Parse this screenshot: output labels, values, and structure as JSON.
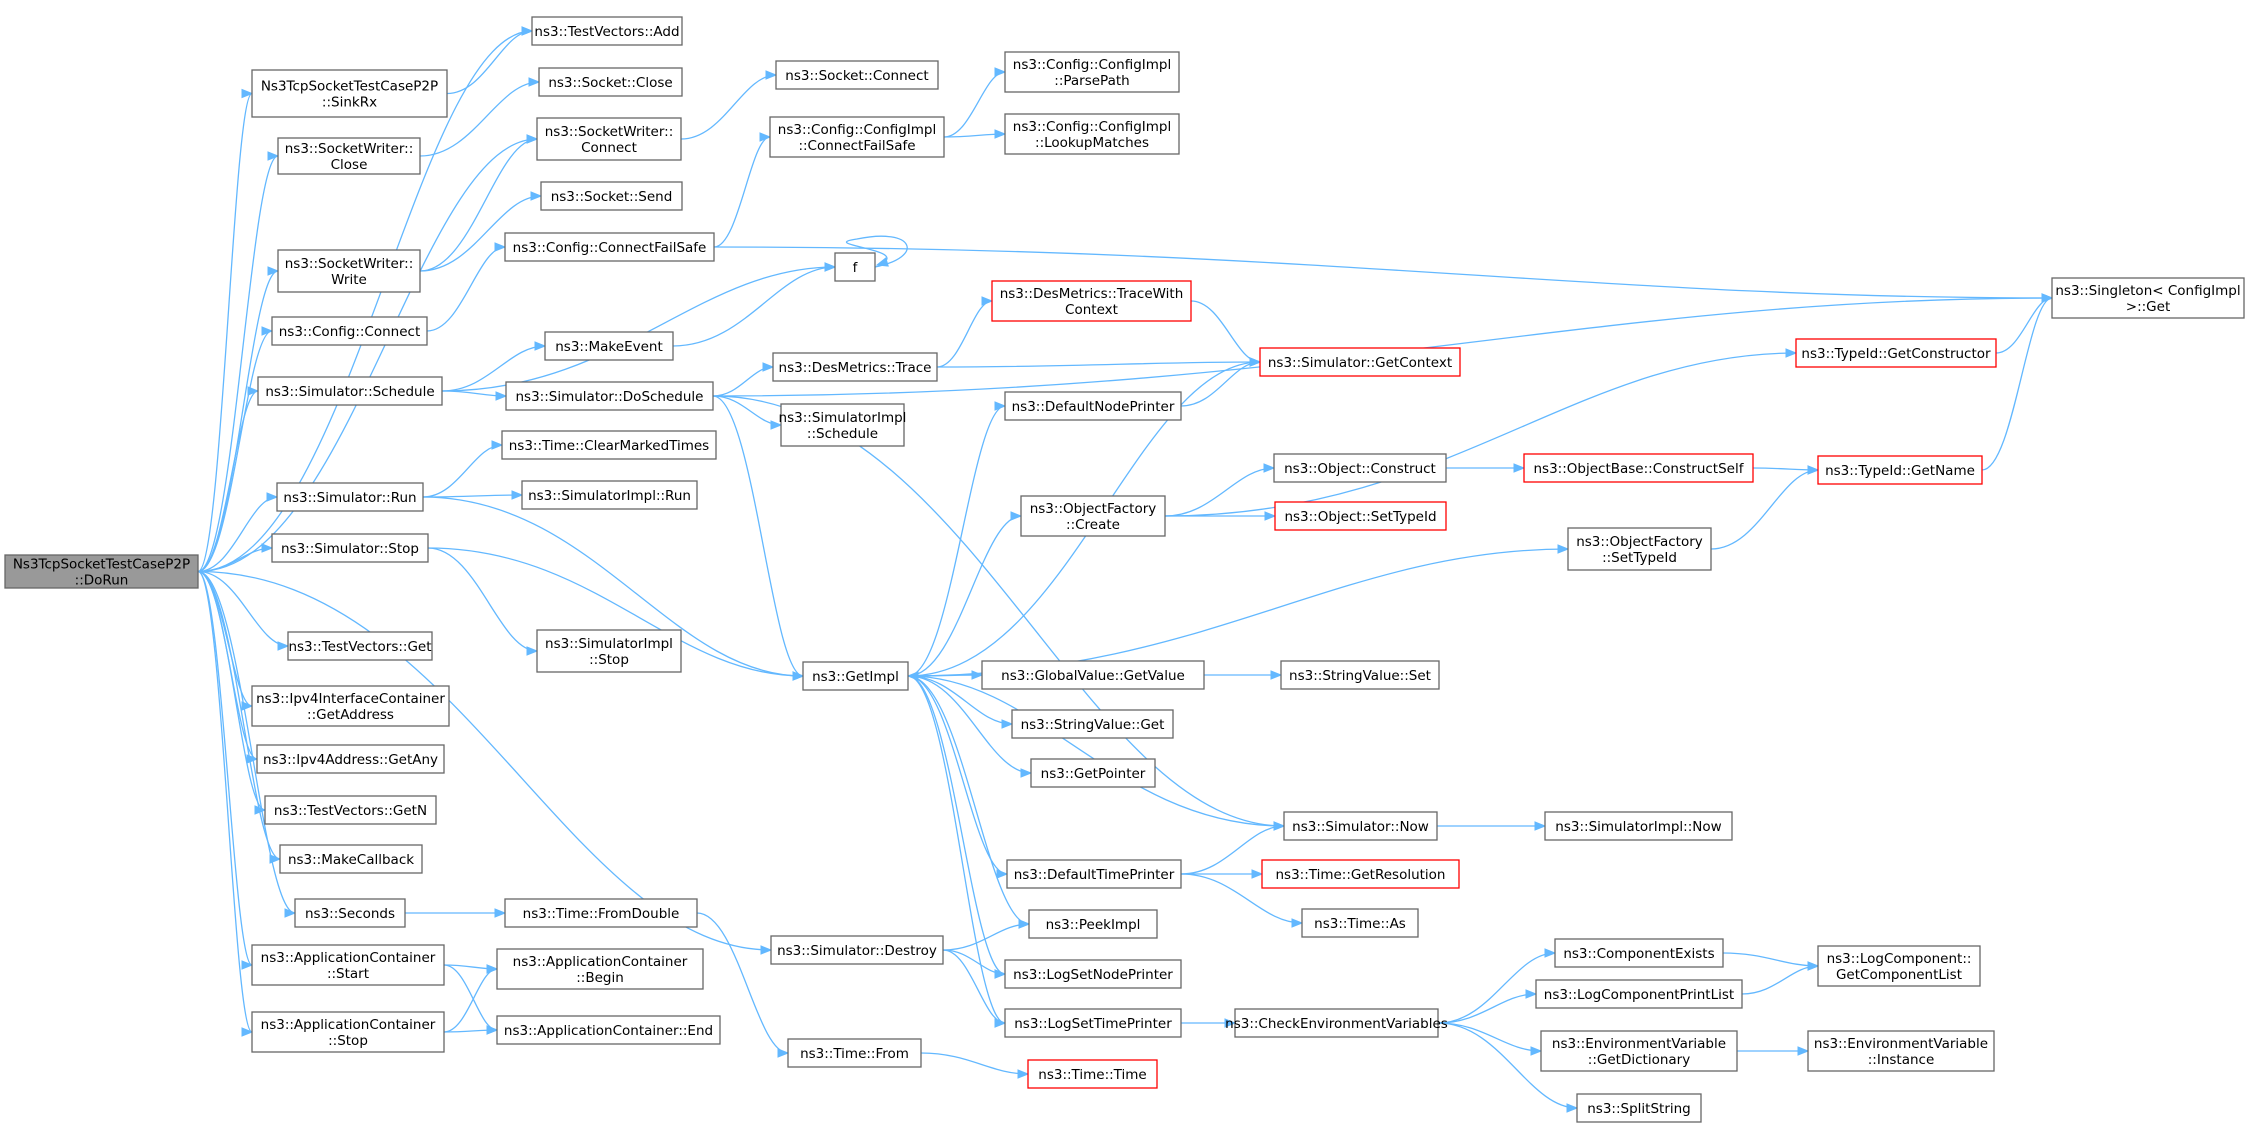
{
  "colors": {
    "edge": "#63b8ff",
    "border": "#666666",
    "red_border": "#ff0000",
    "root_fill": "#999999"
  },
  "nodes": [
    {
      "id": "root",
      "lines": [
        "Ns3TcpSocketTestCaseP2P",
        "::DoRun"
      ],
      "style": "root"
    },
    {
      "id": "tv_add",
      "lines": [
        "ns3::TestVectors::Add"
      ]
    },
    {
      "id": "sinkrx",
      "lines": [
        "Ns3TcpSocketTestCaseP2P",
        "::SinkRx"
      ]
    },
    {
      "id": "sock_close",
      "lines": [
        "ns3::Socket::Close"
      ]
    },
    {
      "id": "sw_close",
      "lines": [
        "ns3::SocketWriter::",
        "Close"
      ]
    },
    {
      "id": "sw_connect",
      "lines": [
        "ns3::SocketWriter::",
        "Connect"
      ]
    },
    {
      "id": "sock_send",
      "lines": [
        "ns3::Socket::Send"
      ]
    },
    {
      "id": "sw_write",
      "lines": [
        "ns3::SocketWriter::",
        "Write"
      ]
    },
    {
      "id": "cfg_cfs",
      "lines": [
        "ns3::Config::ConnectFailSafe"
      ]
    },
    {
      "id": "cfg_connect",
      "lines": [
        "ns3::Config::Connect"
      ]
    },
    {
      "id": "makeevent",
      "lines": [
        "ns3::MakeEvent"
      ]
    },
    {
      "id": "f",
      "lines": [
        "f"
      ]
    },
    {
      "id": "sim_schedule",
      "lines": [
        "ns3::Simulator::Schedule"
      ]
    },
    {
      "id": "sim_doschedule",
      "lines": [
        "ns3::Simulator::DoSchedule"
      ]
    },
    {
      "id": "sock_connect",
      "lines": [
        "ns3::Socket::Connect"
      ]
    },
    {
      "id": "ci_cfs",
      "lines": [
        "ns3::Config::ConfigImpl",
        "::ConnectFailSafe"
      ]
    },
    {
      "id": "ci_parse",
      "lines": [
        "ns3::Config::ConfigImpl",
        "::ParsePath"
      ]
    },
    {
      "id": "ci_lookup",
      "lines": [
        "ns3::Config::ConfigImpl",
        "::LookupMatches"
      ]
    },
    {
      "id": "des_trace_ctx",
      "lines": [
        "ns3::DesMetrics::TraceWith",
        "Context"
      ],
      "style": "red"
    },
    {
      "id": "des_trace",
      "lines": [
        "ns3::DesMetrics::Trace"
      ]
    },
    {
      "id": "sim_getcontext",
      "lines": [
        "ns3::Simulator::GetContext"
      ],
      "style": "red"
    },
    {
      "id": "singleton",
      "lines": [
        "ns3::Singleton< ConfigImpl",
        ">::Get"
      ]
    },
    {
      "id": "simimpl_sched",
      "lines": [
        "ns3::SimulatorImpl",
        "::Schedule"
      ]
    },
    {
      "id": "defnodeprinter",
      "lines": [
        "ns3::DefaultNodePrinter"
      ]
    },
    {
      "id": "typeid_getctor",
      "lines": [
        "ns3::TypeId::GetConstructor"
      ],
      "style": "red"
    },
    {
      "id": "time_clear",
      "lines": [
        "ns3::Time::ClearMarkedTimes"
      ]
    },
    {
      "id": "sim_run",
      "lines": [
        "ns3::Simulator::Run"
      ]
    },
    {
      "id": "simimpl_run",
      "lines": [
        "ns3::SimulatorImpl::Run"
      ]
    },
    {
      "id": "obj_construct",
      "lines": [
        "ns3::Object::Construct"
      ]
    },
    {
      "id": "objbase_cs",
      "lines": [
        "ns3::ObjectBase::ConstructSelf"
      ],
      "style": "red"
    },
    {
      "id": "typeid_getname",
      "lines": [
        "ns3::TypeId::GetName"
      ],
      "style": "red"
    },
    {
      "id": "of_create",
      "lines": [
        "ns3::ObjectFactory",
        "::Create"
      ]
    },
    {
      "id": "obj_settypeid",
      "lines": [
        "ns3::Object::SetTypeId"
      ],
      "style": "red"
    },
    {
      "id": "of_settypeid",
      "lines": [
        "ns3::ObjectFactory",
        "::SetTypeId"
      ]
    },
    {
      "id": "sim_stop",
      "lines": [
        "ns3::Simulator::Stop"
      ]
    },
    {
      "id": "tv_get",
      "lines": [
        "ns3::TestVectors::Get"
      ]
    },
    {
      "id": "simimpl_stop",
      "lines": [
        "ns3::SimulatorImpl",
        "::Stop"
      ]
    },
    {
      "id": "getimpl",
      "lines": [
        "ns3::GetImpl"
      ]
    },
    {
      "id": "gv_getvalue",
      "lines": [
        "ns3::GlobalValue::GetValue"
      ]
    },
    {
      "id": "sv_set",
      "lines": [
        "ns3::StringValue::Set"
      ]
    },
    {
      "id": "ipv4ic_getaddr",
      "lines": [
        "ns3::Ipv4InterfaceContainer",
        "::GetAddress"
      ]
    },
    {
      "id": "sv_get",
      "lines": [
        "ns3::StringValue::Get"
      ]
    },
    {
      "id": "ipv4addr_getany",
      "lines": [
        "ns3::Ipv4Address::GetAny"
      ]
    },
    {
      "id": "getpointer",
      "lines": [
        "ns3::GetPointer"
      ]
    },
    {
      "id": "tv_getn",
      "lines": [
        "ns3::TestVectors::GetN"
      ]
    },
    {
      "id": "sim_now",
      "lines": [
        "ns3::Simulator::Now"
      ]
    },
    {
      "id": "simimpl_now",
      "lines": [
        "ns3::SimulatorImpl::Now"
      ]
    },
    {
      "id": "makecallback",
      "lines": [
        "ns3::MakeCallback"
      ]
    },
    {
      "id": "deftimeprinter",
      "lines": [
        "ns3::DefaultTimePrinter"
      ]
    },
    {
      "id": "time_getres",
      "lines": [
        "ns3::Time::GetResolution"
      ],
      "style": "red"
    },
    {
      "id": "seconds",
      "lines": [
        "ns3::Seconds"
      ]
    },
    {
      "id": "time_fromdouble",
      "lines": [
        "ns3::Time::FromDouble"
      ]
    },
    {
      "id": "time_as",
      "lines": [
        "ns3::Time::As"
      ]
    },
    {
      "id": "peekimpl",
      "lines": [
        "ns3::PeekImpl"
      ]
    },
    {
      "id": "sim_destroy",
      "lines": [
        "ns3::Simulator::Destroy"
      ]
    },
    {
      "id": "appc_start",
      "lines": [
        "ns3::ApplicationContainer",
        "::Start"
      ]
    },
    {
      "id": "appc_begin",
      "lines": [
        "ns3::ApplicationContainer",
        "::Begin"
      ]
    },
    {
      "id": "compexists",
      "lines": [
        "ns3::ComponentExists"
      ]
    },
    {
      "id": "logcomp_getlist",
      "lines": [
        "ns3::LogComponent::",
        "GetComponentList"
      ]
    },
    {
      "id": "lognodeprinter",
      "lines": [
        "ns3::LogSetNodePrinter"
      ]
    },
    {
      "id": "logcompprintlist",
      "lines": [
        "ns3::LogComponentPrintList"
      ]
    },
    {
      "id": "appc_stop",
      "lines": [
        "ns3::ApplicationContainer",
        "::Stop"
      ]
    },
    {
      "id": "appc_end",
      "lines": [
        "ns3::ApplicationContainer::End"
      ]
    },
    {
      "id": "logsettimeprinter",
      "lines": [
        "ns3::LogSetTimePrinter"
      ]
    },
    {
      "id": "checkenv",
      "lines": [
        "ns3::CheckEnvironmentVariables"
      ]
    },
    {
      "id": "envvar_getdict",
      "lines": [
        "ns3::EnvironmentVariable",
        "::GetDictionary"
      ]
    },
    {
      "id": "envvar_instance",
      "lines": [
        "ns3::EnvironmentVariable",
        "::Instance"
      ]
    },
    {
      "id": "time_from",
      "lines": [
        "ns3::Time::From"
      ]
    },
    {
      "id": "time_time",
      "lines": [
        "ns3::Time::Time"
      ],
      "style": "red"
    },
    {
      "id": "splitstring",
      "lines": [
        "ns3::SplitString"
      ]
    }
  ]
}
